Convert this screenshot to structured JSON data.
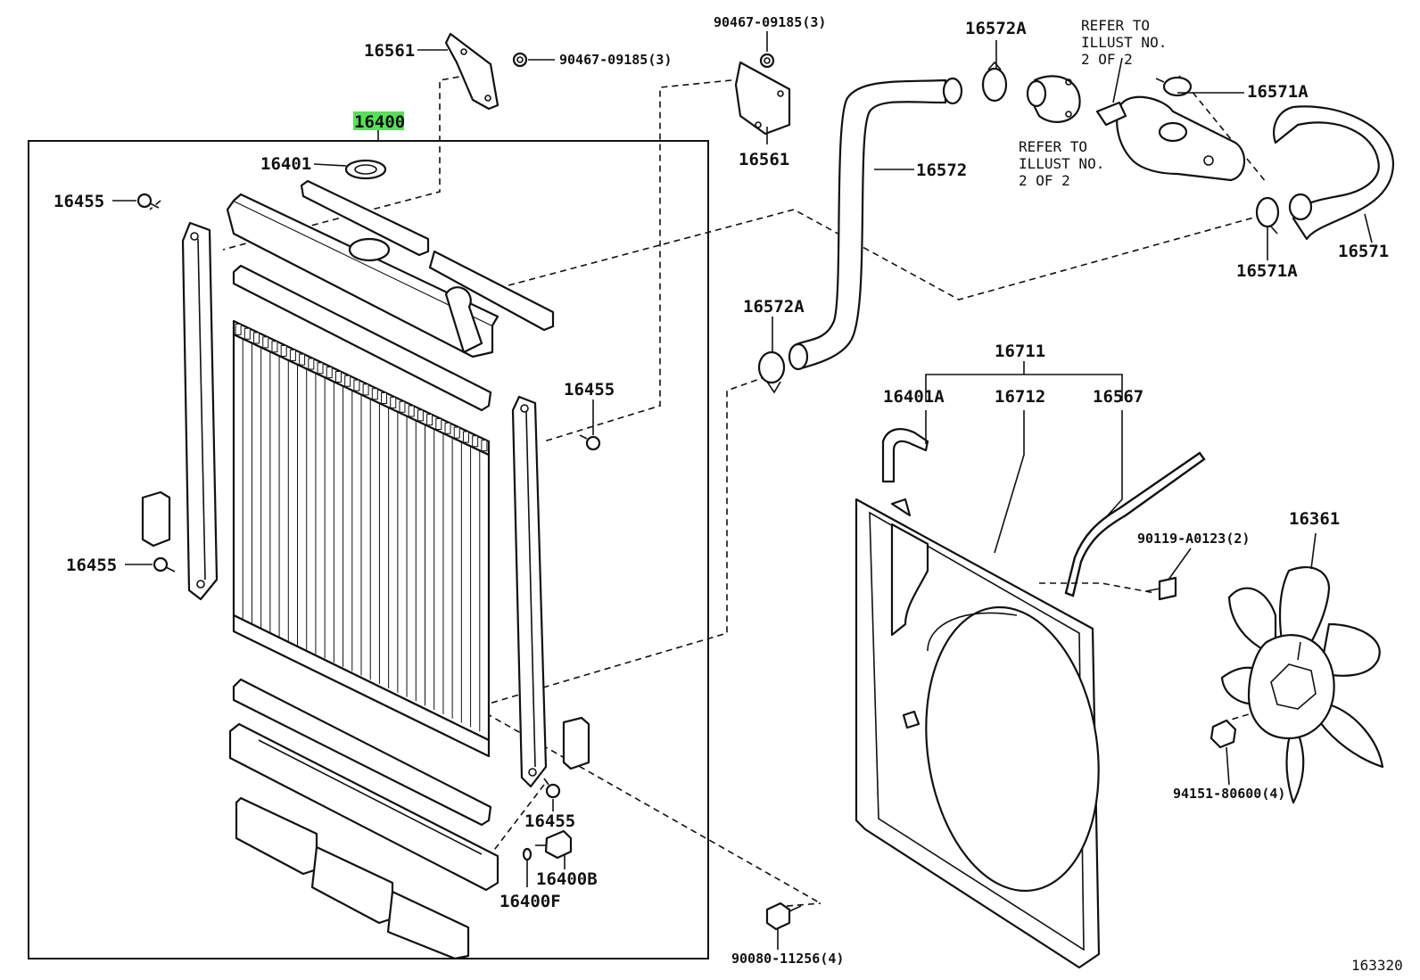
{
  "labels": {
    "radiator_assy": "16400",
    "bracket_upper_left": "16561",
    "bracket_upper_right": "16561",
    "bolt_upper_left": "90467-09185(3)",
    "bolt_upper_right": "90467-09185(3)",
    "cap_gasket": "16401",
    "bolt_left_top": "16455",
    "bolt_left_bottom": "16455",
    "bolt_right_mid": "16455",
    "bolt_right_bottom": "16455",
    "drain_cock": "16400B",
    "drain_plug_o_ring": "16400F",
    "clamp_upper_top": "16572A",
    "clamp_upper_bottom": "16572A",
    "hose_upper": "16572",
    "hose_lower": "16571",
    "clamp_lower_top": "16571A",
    "clamp_lower_bottom": "16571A",
    "shroud_assy": "16711",
    "reservoir_hose": "16401A",
    "shroud": "16712",
    "overflow_hose": "16567",
    "shroud_bolt": "90119-A0123(2)",
    "fan": "16361",
    "fan_nut": "94151-80600(4)",
    "mount_bolt": "90080-11256(4)",
    "diagram_number": "163320"
  },
  "notes": {
    "refer_top": [
      "REFER TO",
      "ILLUST NO.",
      "2 OF 2"
    ],
    "refer_mid": [
      "REFER TO",
      "ILLUST NO.",
      "2 OF 2"
    ]
  },
  "highlight_color": "#57e05a"
}
